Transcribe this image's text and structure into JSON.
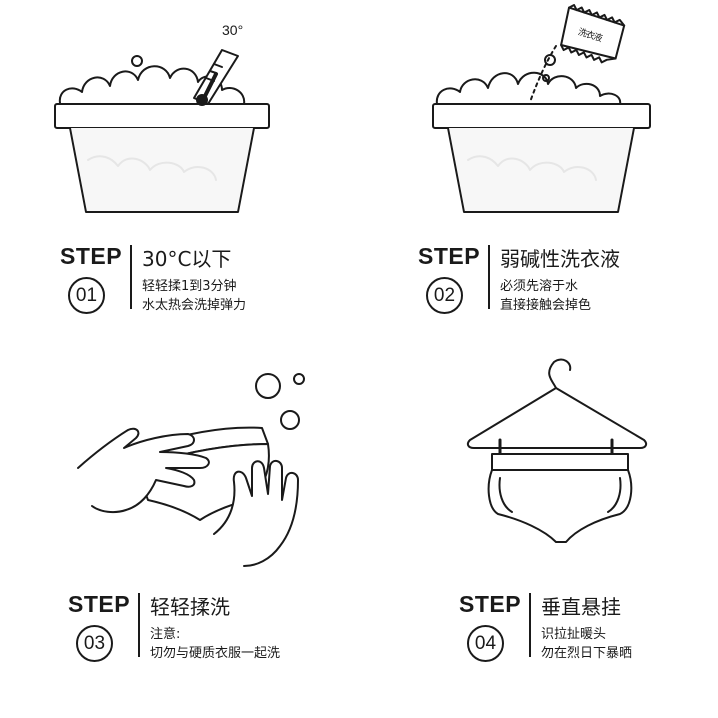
{
  "steps": [
    {
      "word": "STEP",
      "number": "01",
      "title": "30°C以下",
      "desc": [
        "轻轻揉1到3分钟",
        "水太热会洗掉弹力"
      ]
    },
    {
      "word": "STEP",
      "number": "02",
      "title": "弱碱性洗衣液",
      "desc": [
        "必须先溶于水",
        "直接接触会掉色"
      ]
    },
    {
      "word": "STEP",
      "number": "03",
      "title": "轻轻揉洗",
      "desc": [
        "注意:",
        "切勿与硬质衣服一起洗"
      ]
    },
    {
      "word": "STEP",
      "number": "04",
      "title": "垂直悬挂",
      "desc": [
        "识拉扯暖头",
        "勿在烈日下暴晒"
      ]
    }
  ],
  "illustrations": {
    "thermometer_label": "30°",
    "packet_label": "洗衣液"
  },
  "colors": {
    "line": "#1a1a1a",
    "basin_fill": "#f7f7f7"
  }
}
